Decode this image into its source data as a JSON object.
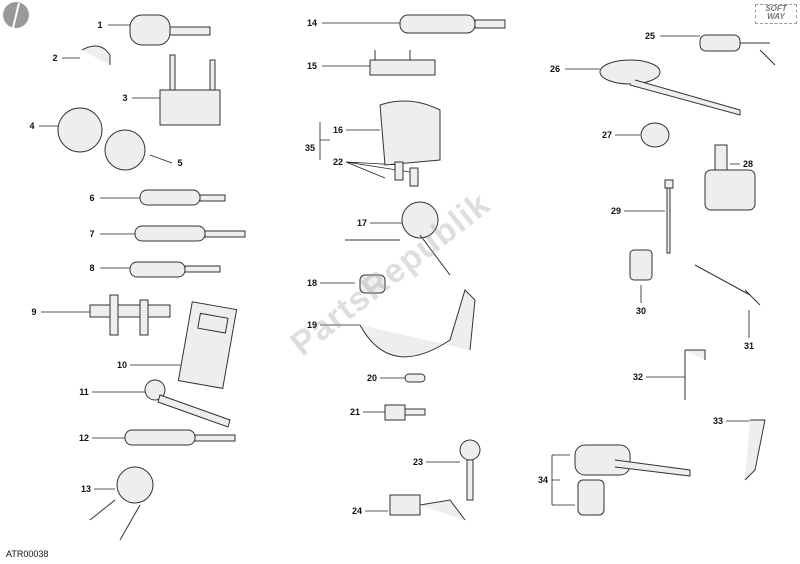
{
  "diagram_code": "ATR00038",
  "brand_logo": "SOFT WAY",
  "watermark": "PartsRepublik",
  "colors": {
    "line": "#222222",
    "part": "#888888",
    "fill": "#dddddd"
  },
  "labels": [
    "1",
    "2",
    "3",
    "4",
    "5",
    "6",
    "7",
    "8",
    "9",
    "10",
    "11",
    "12",
    "13",
    "14",
    "15",
    "16",
    "35",
    "22",
    "17",
    "18",
    "19",
    "20",
    "21",
    "23",
    "24",
    "25",
    "26",
    "27",
    "28",
    "29",
    "30",
    "31",
    "32",
    "33",
    "34"
  ]
}
